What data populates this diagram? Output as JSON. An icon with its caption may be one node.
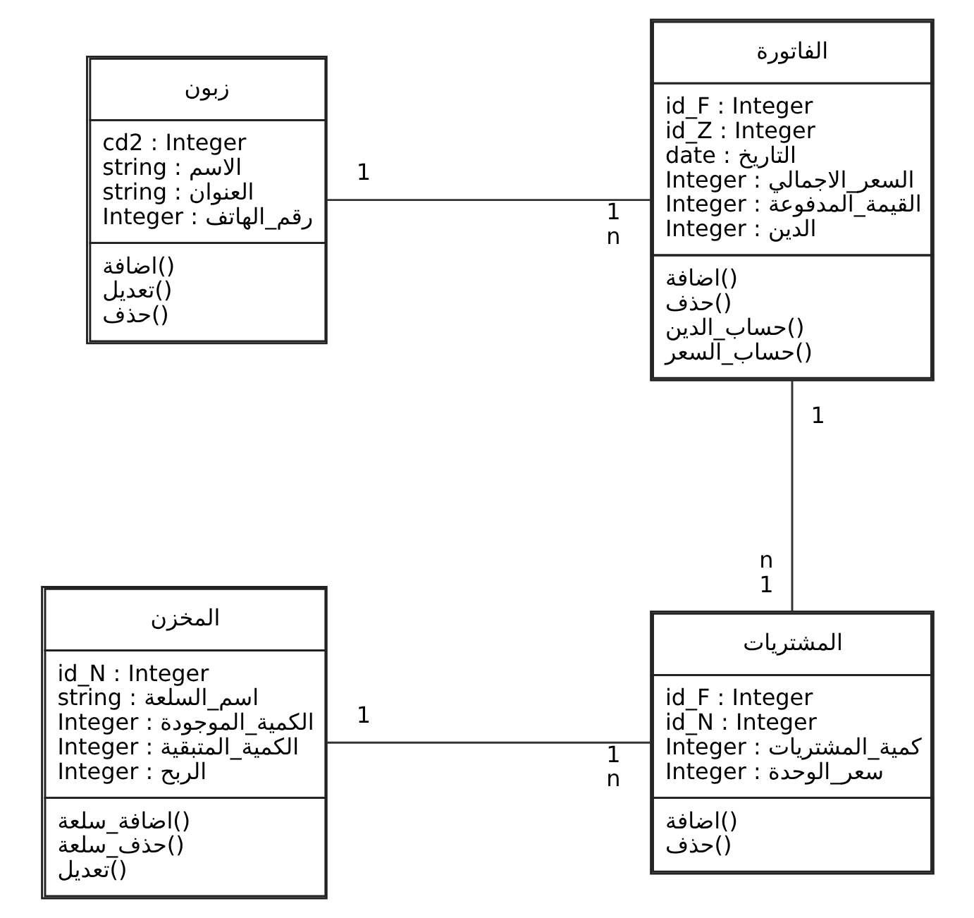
{
  "diagram": {
    "nodes": [
      {
        "text": [
          "زبون",
          "cd2 : Integer",
          "string : الاسم",
          "string : العنوان",
          "Integer : رقم_الهاتف",
          "اضافة()",
          "تعديل()",
          "حذف()"
        ]
      },
      {
        "text": [
          "الفاتورة",
          "id_F : Integer",
          "id_Z : Integer",
          "date : التاريخ",
          "Integer : السعر_الاجمالي",
          "Integer : القيمة_المدفوعة",
          "Integer : الدين",
          "اضافة()",
          "حذف()",
          "حساب_الدين()",
          "حساب_السعر()"
        ]
      },
      {
        "text": [
          "المخزن",
          "id_N : Integer",
          "string : اسم_السلعة",
          "Integer : الكمية_الموجودة",
          "Integer : الكمية_المتبقية",
          "Integer : الربح",
          "اضافة_سلعة()",
          "حذف_سلعة()",
          "تعديل()"
        ]
      },
      {
        "text": [
          "المشتريات",
          "id_F : Integer",
          "id_N : Integer",
          "Integer : كمية_المشتريات",
          "Integer : سعر_الوحدة",
          "اضافة()",
          "حذف()"
        ]
      }
    ],
    "edges": [
      {
        "from": 0,
        "to": 1,
        "arrow": "none"
      },
      {
        "from": 1,
        "to": 3,
        "arrow": "none"
      },
      {
        "from": 2,
        "to": 3,
        "arrow": "none"
      }
    ],
    "labels": [
      "1",
      "1",
      "n",
      "1",
      "n",
      "1",
      "1",
      "1",
      "n"
    ]
  }
}
